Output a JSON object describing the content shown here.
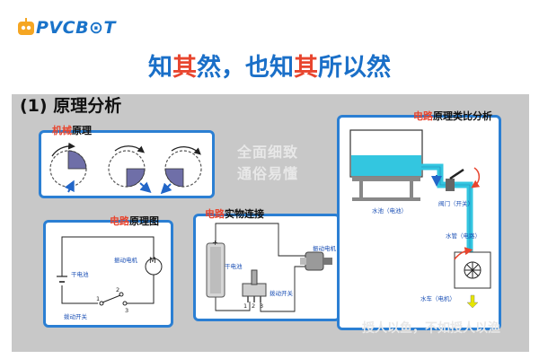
{
  "header": {
    "logo_text": "PVCB⊙T",
    "headline_parts": [
      {
        "text": "知",
        "color": "blue"
      },
      {
        "text": "其",
        "color": "red"
      },
      {
        "text": "然，也知",
        "color": "blue"
      },
      {
        "text": "其",
        "color": "red"
      },
      {
        "text": "所以然",
        "color": "blue"
      }
    ]
  },
  "section": {
    "title": "(1) 原理分析"
  },
  "watermark": {
    "line1": "全面细致",
    "line2": "通俗易懂",
    "motto": "授人以鱼，不如授人以渔"
  },
  "mechanical": {
    "label_red": "机械",
    "label_black": "原理"
  },
  "circuit": {
    "label_red": "电路",
    "label_black": "原理图",
    "battery": "干电池",
    "motor": "振动电机",
    "motor_symbol": "M",
    "switch": "拨动开关",
    "pin1": "1",
    "pin2": "2",
    "pin3": "3"
  },
  "physical": {
    "label_red": "电路",
    "label_black": "实物连接",
    "battery": "干电池",
    "motor": "振动电机",
    "switch": "拨动开关",
    "plus": "+",
    "pin1": "1",
    "pin2": "2",
    "pin3": "3"
  },
  "analogy": {
    "label_red": "电路",
    "label_black": "原理类比分析",
    "tank": "水池（电池）",
    "valve": "阀门（开关）",
    "pipe": "水管（电路）",
    "wheel": "水车（电机）"
  },
  "colors": {
    "brand_blue": "#1a6fc8",
    "accent_red": "#e8452e",
    "card_border": "#2b7fd3",
    "water": "#33c6e0",
    "sector": "#6f6fa8",
    "arrow": "#2266c8"
  }
}
